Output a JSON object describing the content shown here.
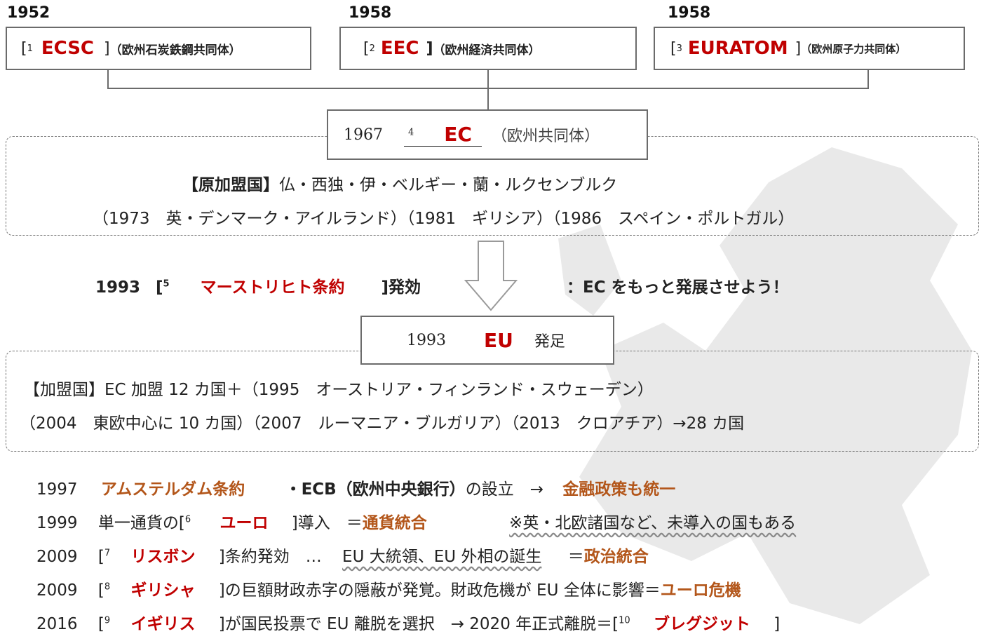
{
  "top": [
    {
      "year": "1952",
      "num": "1",
      "name": "ECSC",
      "desc": "（欧州石炭鉄鋼共同体）"
    },
    {
      "year": "1958",
      "num": "2",
      "name": "EEC",
      "desc": "（欧州経済共同体）"
    },
    {
      "year": "1958",
      "num": "3",
      "name": "EURATOM",
      "desc": "（欧州原子力共同体）"
    }
  ],
  "ec_box": {
    "year": "1967",
    "num": "4",
    "name": "EC",
    "desc": "（欧州共同体）"
  },
  "ec_members": {
    "label": "【原加盟国】",
    "text": "仏・西独・伊・ベルギー・蘭・ルクセンブルク",
    "line2": "（1973　英・デンマーク・アイルランド）（1981　ギリシア）（1986　スペイン・ポルトガル）"
  },
  "maastricht": {
    "year": "1993",
    "num": "5",
    "name": "マーストリヒト条約",
    "suffix": "]発効",
    "note": "：EC をもっと発展させよう！"
  },
  "eu_box": {
    "year": "1993",
    "name": "EU",
    "desc": "発足"
  },
  "eu_members": {
    "line1": "【加盟国】EC 加盟 12 カ国＋（1995　オーストリア・フィンランド・スウェーデン）",
    "line2": "（2004　東欧中心に 10 カ国）（2007　ルーマニア・ブルガリア）（2013　クロアチア）→28 カ国"
  },
  "events": {
    "e1": {
      "year": "1997",
      "name": "アムステルダム条約",
      "mid": "・ECB（欧州中央銀行）",
      "rest": "の設立　→",
      "result": "金融政策も統一"
    },
    "e2": {
      "year": "1999",
      "pre": "単一通貨の[",
      "num": "6",
      "name": "ユーロ",
      "mid": "]導入　＝",
      "result": "通貨統合",
      "note": "※英・北欧諸国など、未導入の国もある"
    },
    "e3": {
      "year": "2009",
      "num": "7",
      "name": "リスボン",
      "mid": "]条約発効　…",
      "wavy": "EU 大統領、EU 外相の誕生",
      "eq": "＝",
      "result": "政治統合"
    },
    "e4": {
      "year": "2009",
      "num": "8",
      "name": "ギリシャ",
      "mid": "]の巨額財政赤字の隠蔽が発覚。財政危機が EU 全体に影響＝",
      "result": "ユーロ危機"
    },
    "e5": {
      "year": "2016",
      "num": "9",
      "name": "イギリス",
      "mid": "]が国民投票で EU 離脱を選択　→ 2020 年正式離脱＝[",
      "num2": "10",
      "result": "ブレグジット",
      "end": "]"
    }
  }
}
